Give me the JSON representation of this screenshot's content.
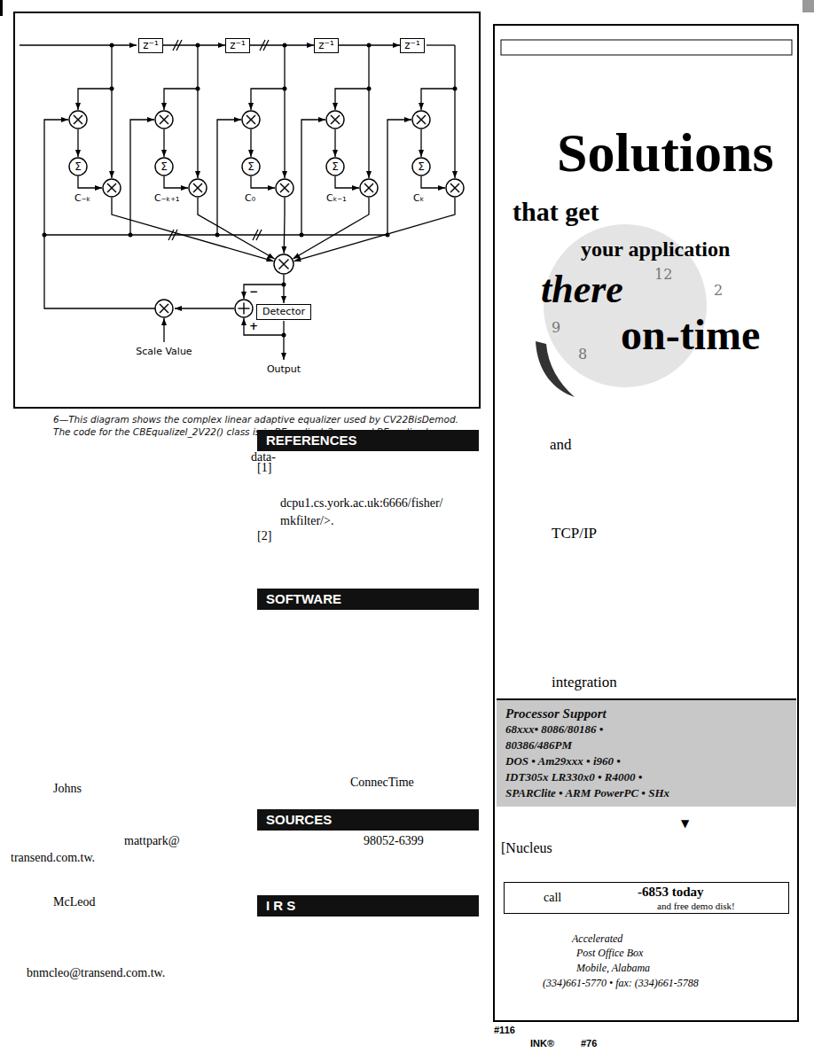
{
  "diagram": {
    "caption": "6—This diagram shows the complex linear adaptive equalizer used by CV22BisDemod. The code for the CBEqualizel_2V22() class is in BEqualizel_2.cpp and BEqualize.h.",
    "nodes": [
      {
        "text": [
          "z⁻¹"
        ]
      },
      {
        "text": [
          "z⁻¹"
        ]
      },
      {
        "text": [
          "z⁻¹"
        ]
      },
      {
        "text": [
          "z⁻¹"
        ]
      },
      {
        "text": [
          "Detector"
        ]
      },
      {
        "text": [
          "REFERENCES"
        ]
      },
      {
        "text": [
          "SOFTWARE"
        ]
      },
      {
        "text": [
          "SOURCES"
        ]
      },
      {
        "text": [
          "I R S"
        ]
      },
      {
        "text": [
          "Processor Support",
          "68xxx• 8086/80186 •",
          "80386/486PM",
          "DOS • Am29xxx • i960 •",
          "IDT305x LR330x0 • R4000 •",
          "SPARClite • ARM PowerPC • SHx"
        ]
      },
      {
        "text": [
          "call",
          "-6853 today",
          "and free demo disk!"
        ]
      }
    ],
    "edges": [
      {
        "from": 0,
        "to": 1,
        "arrow": "to"
      },
      {
        "from": 1,
        "to": 2,
        "arrow": "to"
      },
      {
        "from": 2,
        "to": 3,
        "arrow": "to"
      }
    ],
    "labels": [
      "C₋ₖ",
      "C₋ₖ₊₁",
      "C₀",
      "Cₖ₋₁",
      "Cₖ",
      "Σ",
      "Σ",
      "Σ",
      "Σ",
      "Σ",
      "−",
      "+",
      "Scale Value",
      "Output",
      "data-",
      "[1]",
      "dcpu1.cs.york.ac.uk:6666/fisher/",
      "mkfilter/>.",
      "[2]",
      "ConnecTime",
      "Johns",
      "98052-6399",
      "mattpark@",
      "transend.com.tw.",
      "McLeod",
      "bnmcleo@transend.com.tw.",
      "Solutions",
      "that get",
      "your application",
      "there",
      "on-time",
      "12",
      "2",
      "9",
      "8",
      "and",
      "TCP/IP",
      "integration",
      "▼",
      "[Nucleus",
      "Accelerated",
      "Post Office Box",
      "Mobile, Alabama",
      "(334)661-5770 • fax: (334)661-5788",
      "#116",
      "INK®",
      "#76"
    ]
  }
}
